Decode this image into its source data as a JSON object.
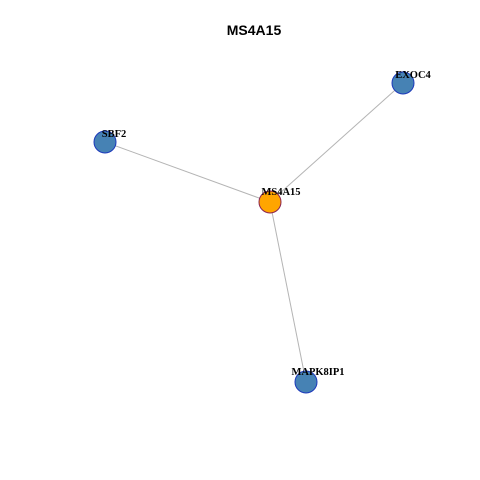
{
  "title": "MS4A15",
  "colors": {
    "hub_fill": "#FFA500",
    "hub_stroke": "#8B2252",
    "leaf_fill": "#4682B4",
    "leaf_stroke": "#1C39BB",
    "edge": "#B4B4B4"
  },
  "graph": {
    "nodes": [
      {
        "id": "MS4A15",
        "label": "MS4A15",
        "role": "hub"
      },
      {
        "id": "EXOC4",
        "label": "EXOC4",
        "role": "leaf"
      },
      {
        "id": "SBF2",
        "label": "SBF2",
        "role": "leaf"
      },
      {
        "id": "MAPK8IP1",
        "label": "MAPK8IP1",
        "role": "leaf"
      }
    ],
    "edges": [
      {
        "source": "MS4A15",
        "target": "EXOC4"
      },
      {
        "source": "MS4A15",
        "target": "SBF2"
      },
      {
        "source": "MS4A15",
        "target": "MAPK8IP1"
      }
    ]
  }
}
